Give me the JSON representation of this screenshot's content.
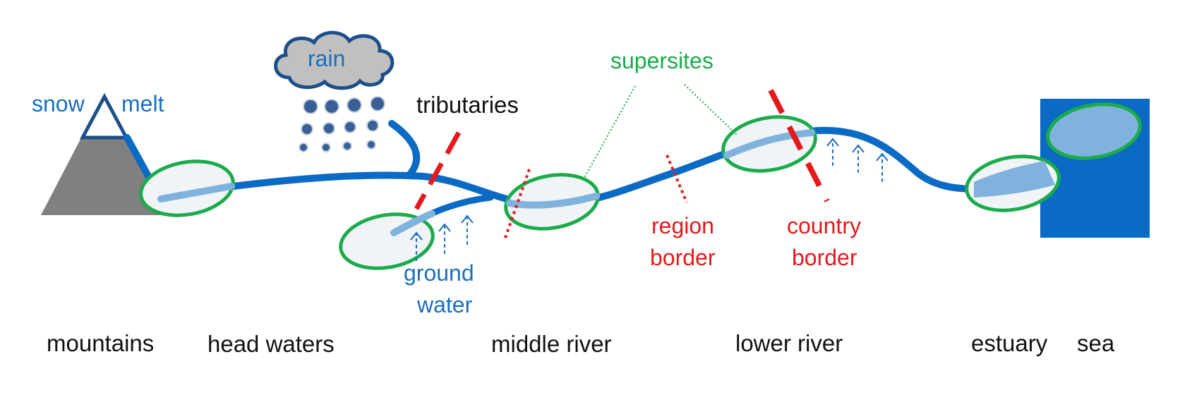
{
  "labels": {
    "snow": "snow",
    "melt": "melt",
    "rain": "rain",
    "tributaries": "tributaries",
    "supersites": "supersites",
    "ground": "ground",
    "water": "water",
    "region": "region",
    "region_border": "border",
    "country": "country",
    "country_border": "border"
  },
  "zones": {
    "mountains": "mountains",
    "head_waters": "head waters",
    "middle_river": "middle river",
    "lower_river": "lower river",
    "estuary": "estuary",
    "sea": "sea"
  },
  "colors": {
    "river": "#0a6ac4",
    "river_light": "#7fb2dd",
    "mountain": "#808080",
    "supersite_ring": "#1aab4b",
    "border_line": "#e41a1c",
    "sea": "#0a6ac4",
    "cloud": "#c0c0c0",
    "cloud_outline": "#1c4f8a"
  }
}
